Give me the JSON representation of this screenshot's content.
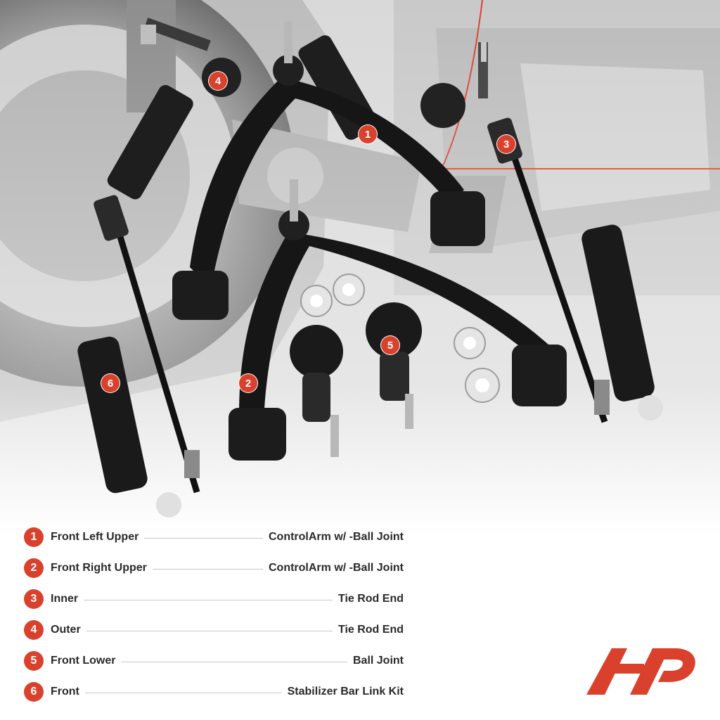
{
  "scene": {
    "accent_color": "#d9412c",
    "badges": [
      {
        "number": "1",
        "part": "upper-control-arm-left"
      },
      {
        "number": "2",
        "part": "upper-control-arm-right"
      },
      {
        "number": "3",
        "part": "inner-tie-rod-end"
      },
      {
        "number": "4",
        "part": "outer-tie-rod-end"
      },
      {
        "number": "5",
        "part": "lower-ball-joint"
      },
      {
        "number": "6",
        "part": "stabilizer-bar-link"
      }
    ]
  },
  "legend": [
    {
      "number": "1",
      "left": "Front Left Upper",
      "right": "ControlArm w/ -Ball Joint"
    },
    {
      "number": "2",
      "left": "Front Right Upper",
      "right": "ControlArm w/ -Ball Joint"
    },
    {
      "number": "3",
      "left": "Inner",
      "right": "Tie Rod End"
    },
    {
      "number": "4",
      "left": "Outer",
      "right": "Tie Rod End"
    },
    {
      "number": "5",
      "left": "Front Lower",
      "right": "Ball Joint"
    },
    {
      "number": "6",
      "left": "Front",
      "right": "Stabilizer Bar Link Kit"
    }
  ],
  "logo": {
    "icon": "a-premium-logo-icon",
    "color": "#d9412c"
  }
}
